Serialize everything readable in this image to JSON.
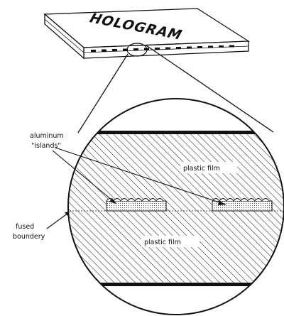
{
  "chip": {
    "label": "HOLOGRAM"
  },
  "labels": {
    "aluminum_line1": "aluminum",
    "aluminum_line2": "\"islands\"",
    "fused_line1": "fused",
    "fused_line2": "boundery",
    "plastic_film_top": "plastic film",
    "plastic_film_bottom": "plastic film"
  }
}
